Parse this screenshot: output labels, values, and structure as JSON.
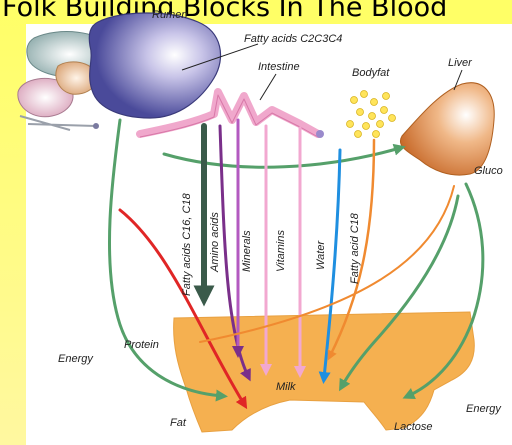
{
  "title": "Folk Building Blocks In The Blood",
  "labels": {
    "rumen": "Rumen",
    "fatty_acids_c2c3c4": "Fatty acids C2C3C4",
    "intestine": "Intestine",
    "bodyfat": "Bodyfat",
    "liver": "Liver",
    "glucose": "Gluco",
    "fatty_acids_c16_c18": "Fatty acids C16, C18",
    "amino_acids": "Amino acids",
    "minerals": "Minerals",
    "vitamins": "Vitamins",
    "water": "Water",
    "fatty_acid_c18": "Fatty acid C18",
    "energy_left": "Energy",
    "protein": "Protein",
    "milk": "Milk",
    "fat": "Fat",
    "lactose": "Lactose",
    "energy_right": "Energy"
  },
  "colors": {
    "title_band": "#ffff66",
    "udder": "#f5b050",
    "energy_arrows": "#55a06a",
    "fatty_acids_arrow": "#3a5a4a",
    "amino_acids_arrow": "#7a2f8a",
    "minerals_arrow": "#b35ac0",
    "vitamins_arrow": "#f2a8d0",
    "water_arrow": "#1f8fe0",
    "fatty_acid_c18_arrow": "#f08a30",
    "fat_arrow": "#e02626",
    "intestine": "#f0a8cc",
    "bodyfat": "#ffe45a",
    "liver": "#e2904a"
  }
}
